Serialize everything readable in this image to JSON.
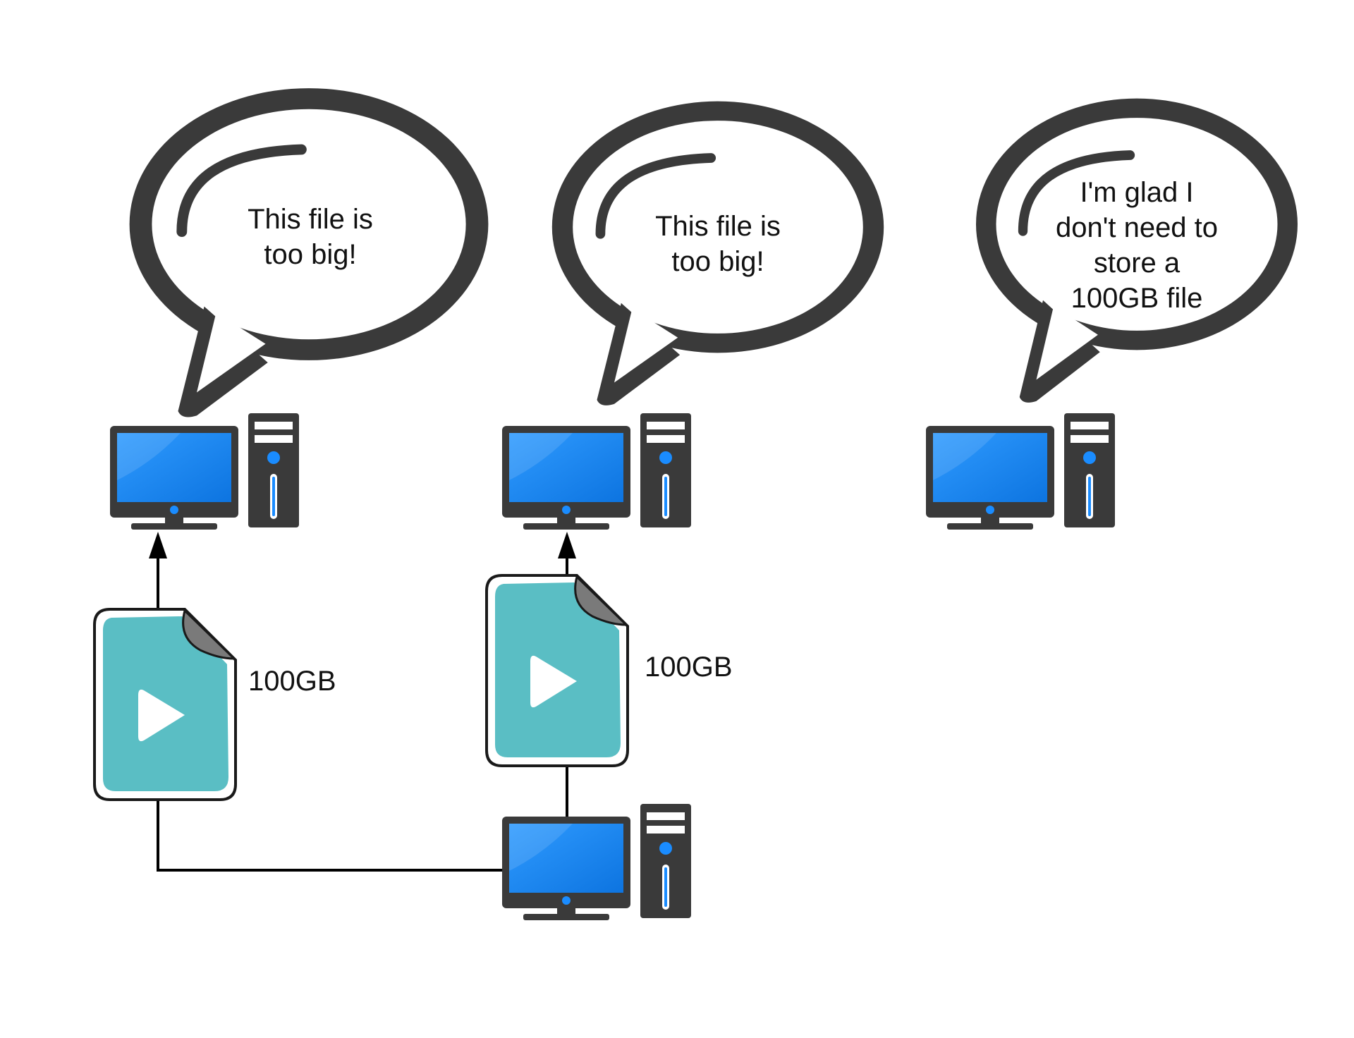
{
  "speech_bubbles": [
    {
      "text": "This file is\ntoo big!"
    },
    {
      "text": "This file is\ntoo big!"
    },
    {
      "text": "I'm glad I\ndon't need to\nstore a\n100GB file"
    }
  ],
  "files": [
    {
      "size_label": "100GB"
    },
    {
      "size_label": "100GB"
    }
  ],
  "colors": {
    "outline": "#3a3a3a",
    "screen_blue": "#1a8cff",
    "file_teal": "#5abec4",
    "line": "#000000",
    "background": "#ffffff"
  },
  "icons": [
    "speech-bubble-icon",
    "desktop-computer-icon",
    "video-file-icon",
    "play-icon",
    "arrow-head-icon"
  ]
}
